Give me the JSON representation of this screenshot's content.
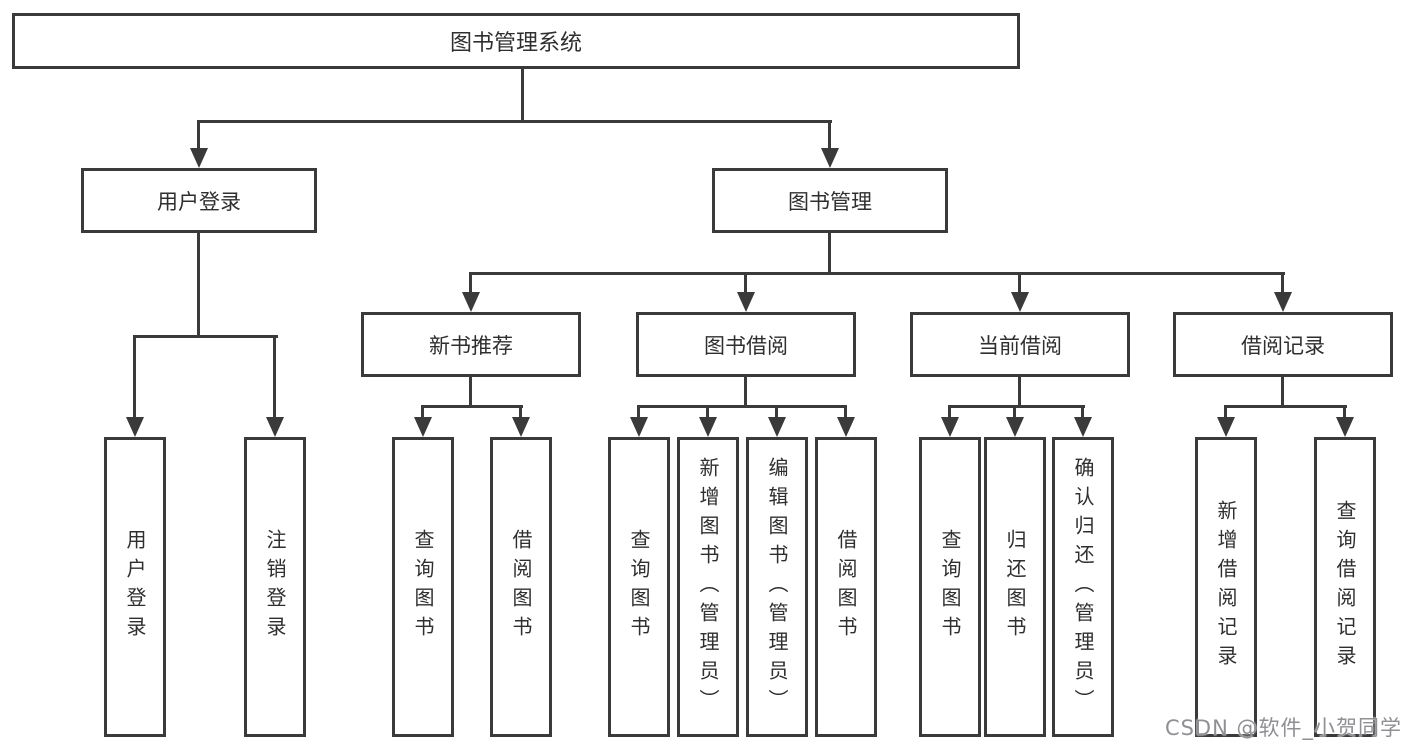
{
  "colors": {
    "line": "#3a3a3a",
    "text": "#2f2f2f",
    "watermark": "#8f8f94",
    "background": "#ffffff"
  },
  "tree": {
    "root": {
      "label": "图书管理系统"
    },
    "children": [
      {
        "label": "用户登录",
        "children": [
          {
            "label": "用户登录"
          },
          {
            "label": "注销登录"
          }
        ]
      },
      {
        "label": "图书管理",
        "children": [
          {
            "label": "新书推荐",
            "children": [
              {
                "label": "查询图书"
              },
              {
                "label": "借阅图书"
              }
            ]
          },
          {
            "label": "图书借阅",
            "children": [
              {
                "label": "查询图书"
              },
              {
                "label": "新增图书（管理员）"
              },
              {
                "label": "编辑图书（管理员）"
              },
              {
                "label": "借阅图书"
              }
            ]
          },
          {
            "label": "当前借阅",
            "children": [
              {
                "label": "查询图书"
              },
              {
                "label": "归还图书"
              },
              {
                "label": "确认归还（管理员）"
              }
            ]
          },
          {
            "label": "借阅记录",
            "children": [
              {
                "label": "新增借阅记录"
              },
              {
                "label": "查询借阅记录"
              }
            ]
          }
        ]
      }
    ]
  },
  "watermark": {
    "text": "CSDN @软件_小贺同学"
  }
}
